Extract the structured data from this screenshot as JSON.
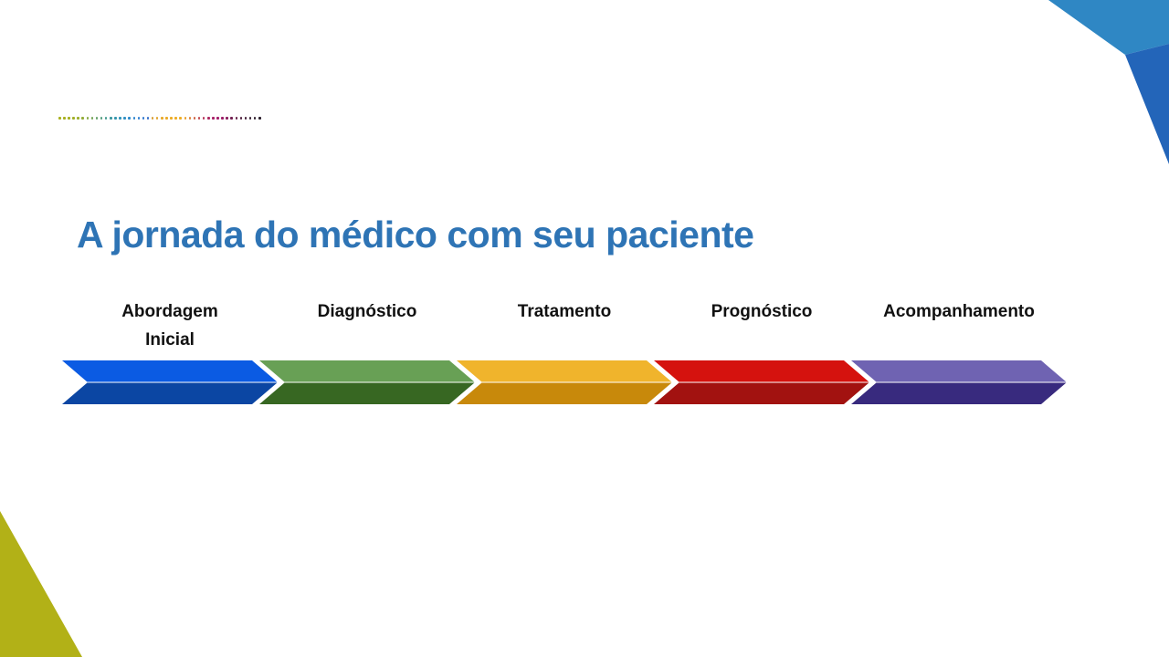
{
  "slide": {
    "title": "A jornada do médico com seu paciente",
    "title_color": "#2E74B5"
  },
  "process": {
    "stages": [
      {
        "label": "Abordagem\nInicial",
        "top_color": "#0B5BE3",
        "bottom_color": "#0B46A3"
      },
      {
        "label": "Diagnóstico",
        "top_color": "#68A055",
        "bottom_color": "#376722"
      },
      {
        "label": "Tratamento",
        "top_color": "#F0B42C",
        "bottom_color": "#C8890B"
      },
      {
        "label": "Prognóstico",
        "top_color": "#D5120E",
        "bottom_color": "#A21210"
      },
      {
        "label": "Acompanhamento",
        "top_color": "#6F63B2",
        "bottom_color": "#382A7E"
      }
    ],
    "separator_color": "#FFFFFF"
  },
  "decorations": {
    "corner_top_right": {
      "light": "#2F87C4",
      "dark": "#2365B9"
    },
    "corner_bottom_left": {
      "color": "#B2B117"
    },
    "dotted_line_colors": [
      "#a9b11d",
      "#a8b01e",
      "#a6b021",
      "#a2af26",
      "#9cae2d",
      "#93ac37",
      "#86a946",
      "#76a558",
      "#64a16b",
      "#539d7e",
      "#459a90",
      "#3b98a0",
      "#3596ae",
      "#3294ba",
      "#3090c4",
      "#2f8bcb",
      "#2f85cf",
      "#3180d1",
      "#347ad0",
      "#376fc9",
      "#d99f35",
      "#e2a52f",
      "#e8a92b",
      "#ebab28",
      "#edac26",
      "#eead25",
      "#eead24",
      "#e9a02c",
      "#dd8438",
      "#cf6546",
      "#c24b52",
      "#b6365c",
      "#ae2a63",
      "#a82268",
      "#a41d6b",
      "#9c1c67",
      "#8a1f5e",
      "#742153",
      "#622248",
      "#51223f",
      "#432138",
      "#382033",
      "#2f1f2e",
      "#2a1e2b"
    ]
  }
}
